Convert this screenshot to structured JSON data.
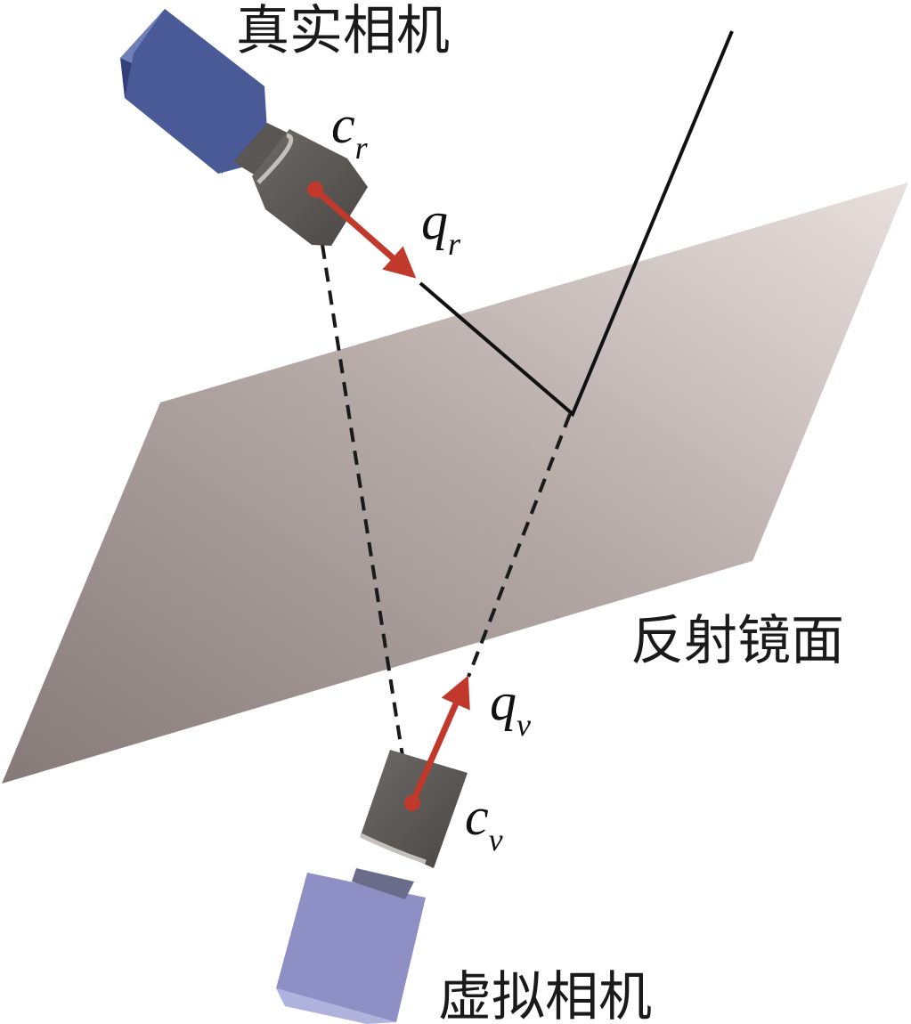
{
  "labels": {
    "real_camera": "真实相机",
    "virtual_camera": "虚拟相机",
    "mirror": "反射镜面"
  },
  "math": {
    "cr": {
      "main": "c",
      "sub": "r"
    },
    "qr": {
      "main": "q",
      "sub": "r"
    },
    "qv": {
      "main": "q",
      "sub": "v"
    },
    "cv": {
      "main": "c",
      "sub": "v"
    }
  },
  "colors": {
    "vector": "#c0392b",
    "mirror_dark": "#8a7e7c",
    "mirror_light": "#e4dbd8",
    "real_body": "#4a5a96",
    "virtual_body": "#8a8cc8",
    "lens": "#5e5a58"
  }
}
